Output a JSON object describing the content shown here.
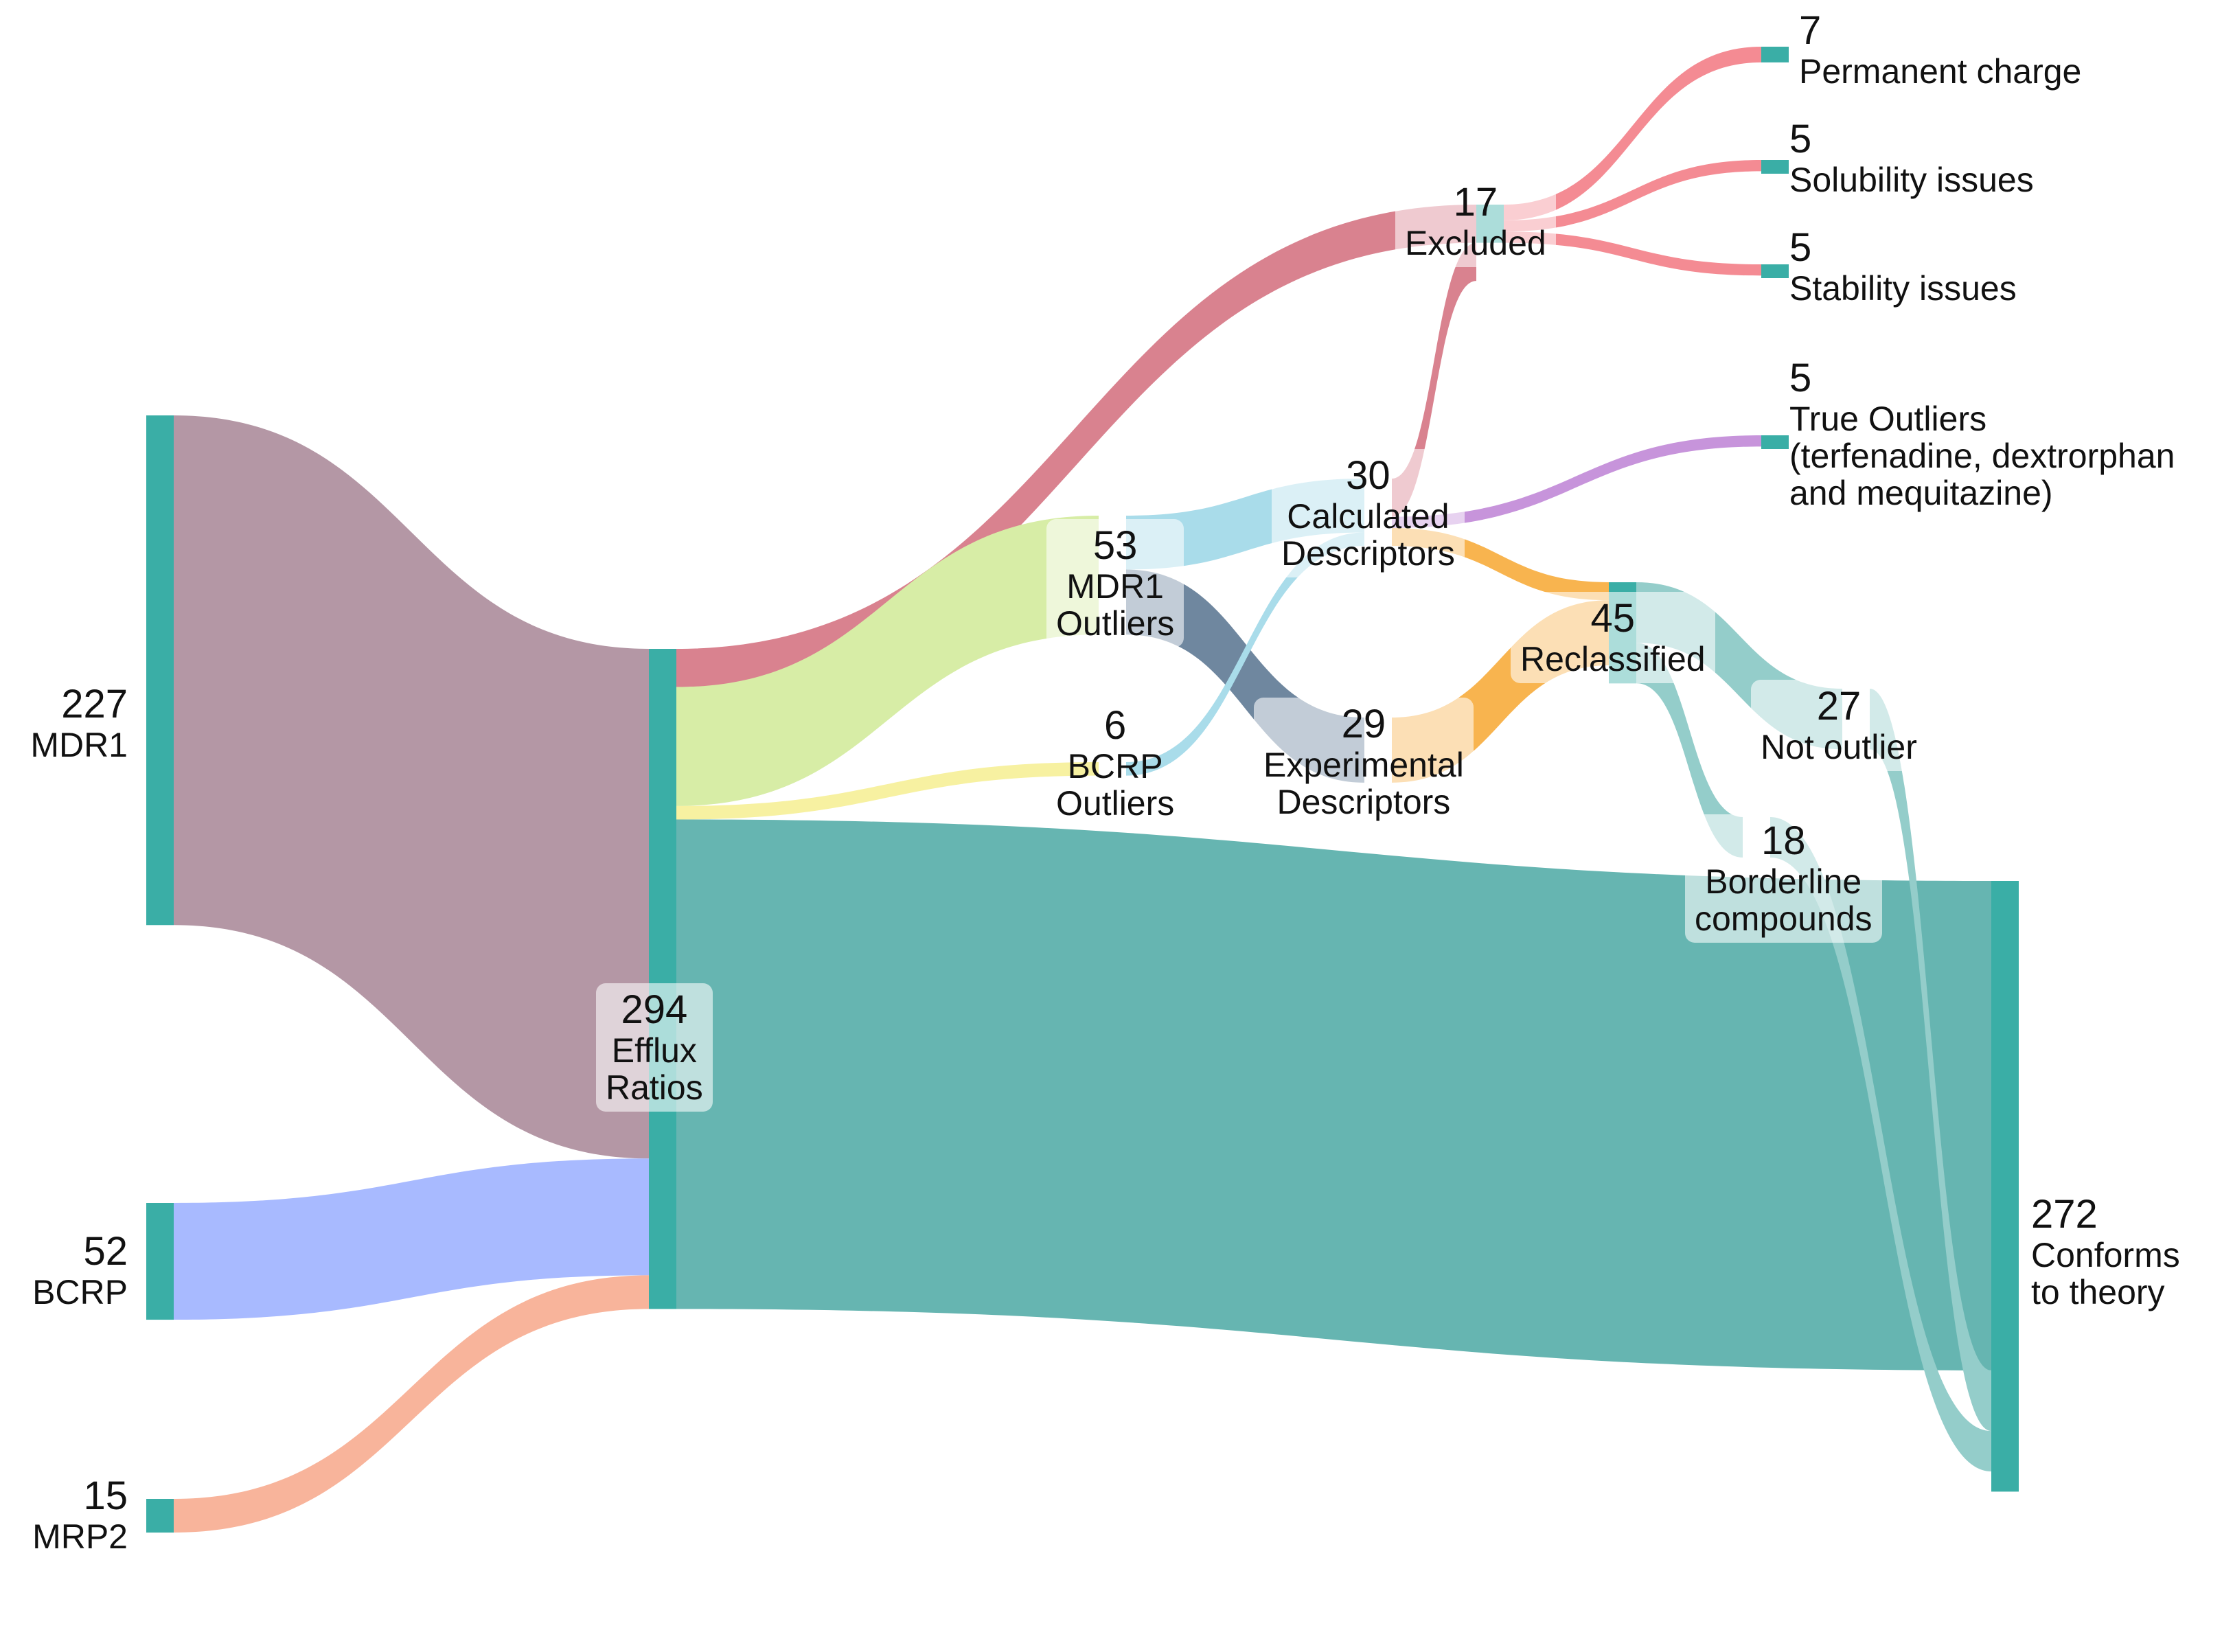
{
  "colors": {
    "node": "#3aaea6",
    "mdr1": "#b497a5",
    "bcrp": "#a8baff",
    "mrp2": "#f8b49b",
    "excluded": "#d9828f",
    "mdr1_outliers": "#d7eda6",
    "bcrp_outliers": "#f7f1a1",
    "conforms": "#66b5b1",
    "to_calculated": "#a9dcea",
    "to_experimental": "#6f879f",
    "true_outliers": "#c794db",
    "reclassified": "#f8b44f",
    "reclassify_out": "#94cdca",
    "exclusion_reasons": "#f48b93"
  },
  "nodes": [
    {
      "id": "mdr1",
      "value": "227",
      "label": [
        "MDR1"
      ]
    },
    {
      "id": "bcrp",
      "value": "52",
      "label": [
        "BCRP"
      ]
    },
    {
      "id": "mrp2",
      "value": "15",
      "label": [
        "MRP2"
      ]
    },
    {
      "id": "efflux",
      "value": "294",
      "label": [
        "Efflux",
        "Ratios"
      ]
    },
    {
      "id": "mdr1_outliers",
      "value": "53",
      "label": [
        "MDR1",
        "Outliers"
      ]
    },
    {
      "id": "bcrp_outliers",
      "value": "6",
      "label": [
        "BCRP",
        "Outliers"
      ]
    },
    {
      "id": "calculated",
      "value": "30",
      "label": [
        "Calculated",
        "Descriptors"
      ]
    },
    {
      "id": "experimental",
      "value": "29",
      "label": [
        "Experimental",
        "Descriptors"
      ]
    },
    {
      "id": "excluded",
      "value": "17",
      "label": [
        "Excluded"
      ]
    },
    {
      "id": "reclassified",
      "value": "45",
      "label": [
        "Reclassified"
      ]
    },
    {
      "id": "not_outlier",
      "value": "27",
      "label": [
        "Not outlier"
      ]
    },
    {
      "id": "borderline",
      "value": "18",
      "label": [
        "Borderline",
        "compounds"
      ]
    },
    {
      "id": "permanent",
      "value": "7",
      "label": [
        "Permanent charge"
      ]
    },
    {
      "id": "solubility",
      "value": "5",
      "label": [
        "Solubility issues"
      ]
    },
    {
      "id": "stability",
      "value": "5",
      "label": [
        "Stability issues"
      ]
    },
    {
      "id": "true_outliers",
      "value": "5",
      "label": [
        "True Outliers",
        "(terfenadine, dextrorphan",
        "and mequitazine)"
      ]
    },
    {
      "id": "conforms",
      "value": "272",
      "label": [
        "Conforms",
        "to theory"
      ]
    }
  ],
  "links": [
    {
      "source": "mdr1",
      "target": "efflux",
      "value": 227,
      "color": "mdr1"
    },
    {
      "source": "bcrp",
      "target": "efflux",
      "value": 52,
      "color": "bcrp"
    },
    {
      "source": "mrp2",
      "target": "efflux",
      "value": 15,
      "color": "mrp2"
    },
    {
      "source": "efflux",
      "target": "excluded",
      "value": 17,
      "color": "excluded"
    },
    {
      "source": "efflux",
      "target": "mdr1_outliers",
      "value": 53,
      "color": "mdr1_outliers"
    },
    {
      "source": "efflux",
      "target": "bcrp_outliers",
      "value": 6,
      "color": "bcrp_outliers"
    },
    {
      "source": "efflux",
      "target": "conforms",
      "value": 218,
      "color": "conforms"
    },
    {
      "source": "mdr1_outliers",
      "target": "calculated",
      "value": 24,
      "color": "to_calculated"
    },
    {
      "source": "mdr1_outliers",
      "target": "experimental",
      "value": 29,
      "color": "to_experimental"
    },
    {
      "source": "bcrp_outliers",
      "target": "calculated",
      "value": 6,
      "color": "to_calculated"
    },
    {
      "source": "calculated",
      "target": "excluded",
      "value": 17,
      "color": "excluded"
    },
    {
      "source": "calculated",
      "target": "true_outliers",
      "value": 5,
      "color": "true_outliers"
    },
    {
      "source": "calculated",
      "target": "reclassified",
      "value": 8,
      "color": "reclassified"
    },
    {
      "source": "experimental",
      "target": "reclassified",
      "value": 29,
      "color": "reclassified"
    },
    {
      "source": "reclassified",
      "target": "not_outlier",
      "value": 27,
      "color": "reclassify_out"
    },
    {
      "source": "reclassified",
      "target": "borderline",
      "value": 18,
      "color": "reclassify_out"
    },
    {
      "source": "not_outlier",
      "target": "conforms",
      "value": 27,
      "color": "reclassify_out"
    },
    {
      "source": "borderline",
      "target": "conforms",
      "value": 18,
      "color": "reclassify_out"
    },
    {
      "source": "excluded",
      "target": "permanent",
      "value": 7,
      "color": "exclusion_reasons"
    },
    {
      "source": "excluded",
      "target": "solubility",
      "value": 5,
      "color": "exclusion_reasons"
    },
    {
      "source": "excluded",
      "target": "stability",
      "value": 5,
      "color": "exclusion_reasons"
    }
  ]
}
